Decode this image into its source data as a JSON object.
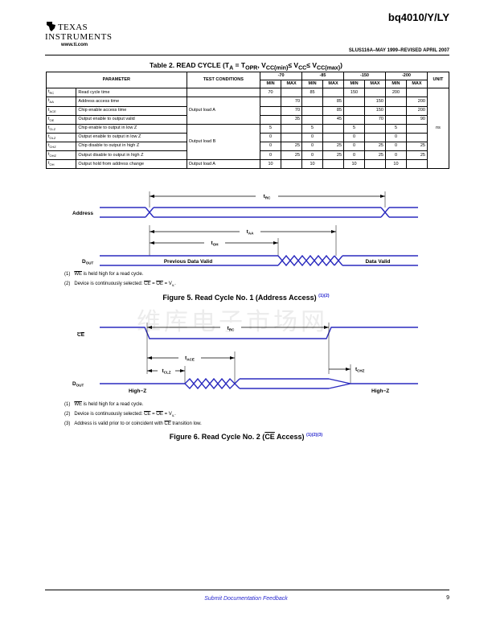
{
  "header": {
    "part_number": "bq4010/Y/LY",
    "company_line1": "TEXAS",
    "company_line2": "INSTRUMENTS",
    "url": "www.ti.com",
    "doc_ref": "SLUS116A–MAY 1999–REVISED APRIL 2007"
  },
  "table": {
    "title": "Table 2. READ CYCLE (T",
    "title_sub_a": "A",
    "title_mid1": " = T",
    "title_sub_opr": "OPR",
    "title_mid2": ", V",
    "title_sub_ccmin": "CC(min)",
    "title_le1": "≤ V",
    "title_sub_cc": "CC",
    "title_le2": "≤ V",
    "title_sub_ccmax": "CC(max)",
    "title_end": ")",
    "col_parameter": "PARAMETER",
    "col_test_conditions": "TEST CONDITIONS",
    "col_unit": "UNIT",
    "grades": [
      "-70",
      "-85",
      "-150",
      "-200"
    ],
    "min_label": "MIN",
    "max_label": "MAX",
    "unit": "ns",
    "rows": [
      {
        "sym": "t",
        "sub": "RC",
        "desc": "Read cycle time",
        "cond": "",
        "v": [
          "70",
          "",
          "85",
          "",
          "150",
          "",
          "200",
          ""
        ]
      },
      {
        "sym": "t",
        "sub": "AA",
        "desc": "Address access time",
        "cond": "Output load A",
        "v": [
          "",
          "70",
          "",
          "85",
          "",
          "150",
          "",
          "200"
        ]
      },
      {
        "sym": "t",
        "sub": "ACE",
        "desc": "Chip enable access time",
        "cond": "",
        "v": [
          "",
          "70",
          "",
          "85",
          "",
          "150",
          "",
          "200"
        ]
      },
      {
        "sym": "t",
        "sub": "OE",
        "desc": "Output enable to output valid",
        "cond": "",
        "v": [
          "",
          "35",
          "",
          "45",
          "",
          "70",
          "",
          "90"
        ]
      },
      {
        "sym": "t",
        "sub": "CLZ",
        "desc": "Chip enable to output in low Z",
        "cond": "Output load B",
        "v": [
          "5",
          "",
          "5",
          "",
          "5",
          "",
          "5",
          ""
        ]
      },
      {
        "sym": "t",
        "sub": "OLZ",
        "desc": "Output enable to output in low Z",
        "cond": "",
        "v": [
          "0",
          "",
          "0",
          "",
          "0",
          "",
          "0",
          ""
        ]
      },
      {
        "sym": "t",
        "sub": "CHZ",
        "desc": "Chip disable to output in high Z",
        "cond": "",
        "v": [
          "0",
          "25",
          "0",
          "25",
          "0",
          "25",
          "0",
          "25"
        ]
      },
      {
        "sym": "t",
        "sub": "OHZ",
        "desc": "Output disable to output in high Z",
        "cond": "",
        "v": [
          "0",
          "25",
          "0",
          "25",
          "0",
          "25",
          "0",
          "25"
        ]
      },
      {
        "sym": "t",
        "sub": "OH",
        "desc": "Output hold from address change",
        "cond": "Output load A",
        "v": [
          "10",
          "",
          "10",
          "",
          "10",
          "",
          "10",
          ""
        ]
      }
    ]
  },
  "figure5": {
    "signal_address": "Address",
    "signal_dout": "D",
    "signal_dout_sub": "OUT",
    "t_rc": "t",
    "t_rc_sub": "RC",
    "t_aa": "t",
    "t_aa_sub": "AA",
    "t_oh": "t",
    "t_oh_sub": "OH",
    "prev_valid": "Previous Data Valid",
    "data_valid": "Data Valid",
    "notes": [
      {
        "num": "(1)",
        "pre": "",
        "ovl": "WE",
        "post": " is held high for a read cycle."
      },
      {
        "num": "(2)",
        "pre": "Device is continuously selected: ",
        "ovl": "CE",
        "mid": " = ",
        "ovl2": "OE",
        "post": " = V",
        "post_sub": "IL",
        "end": "."
      }
    ],
    "caption": "Figure 5. Read Cycle No. 1 (Address Access)",
    "caption_refs": "(1)(2)"
  },
  "figure6": {
    "signal_ce": "CE",
    "signal_dout": "D",
    "signal_dout_sub": "OUT",
    "t_rc": "t",
    "t_rc_sub": "RC",
    "t_ace": "t",
    "t_ace_sub": "ACE",
    "t_clz": "t",
    "t_clz_sub": "CLZ",
    "t_chz": "t",
    "t_chz_sub": "CHZ",
    "high_z_left": "High−Z",
    "high_z_right": "High−Z",
    "notes": [
      {
        "num": "(1)",
        "pre": "",
        "ovl": "WE",
        "post": " is held high for a read cycle."
      },
      {
        "num": "(2)",
        "pre": "Device is continuously selected: ",
        "ovl": "CE",
        "mid": " = ",
        "ovl2": "OE",
        "post": " = V",
        "post_sub": "IL",
        "end": "."
      },
      {
        "num": "(3)",
        "pre": "Address is valid prior to or coincident with ",
        "ovl": "CE",
        "post": " transition low."
      }
    ],
    "caption_pre": "Figure 6. Read Cycle No. 2 (",
    "caption_ovl": "CE",
    "caption_post": " Access)",
    "caption_refs": "(1)(2)(3)"
  },
  "watermark": "维库电子市场网",
  "footer": {
    "link": "Submit Documentation Feedback",
    "page": "9"
  },
  "colors": {
    "signal": "#2b2bbf",
    "link": "#2a2ad0"
  }
}
